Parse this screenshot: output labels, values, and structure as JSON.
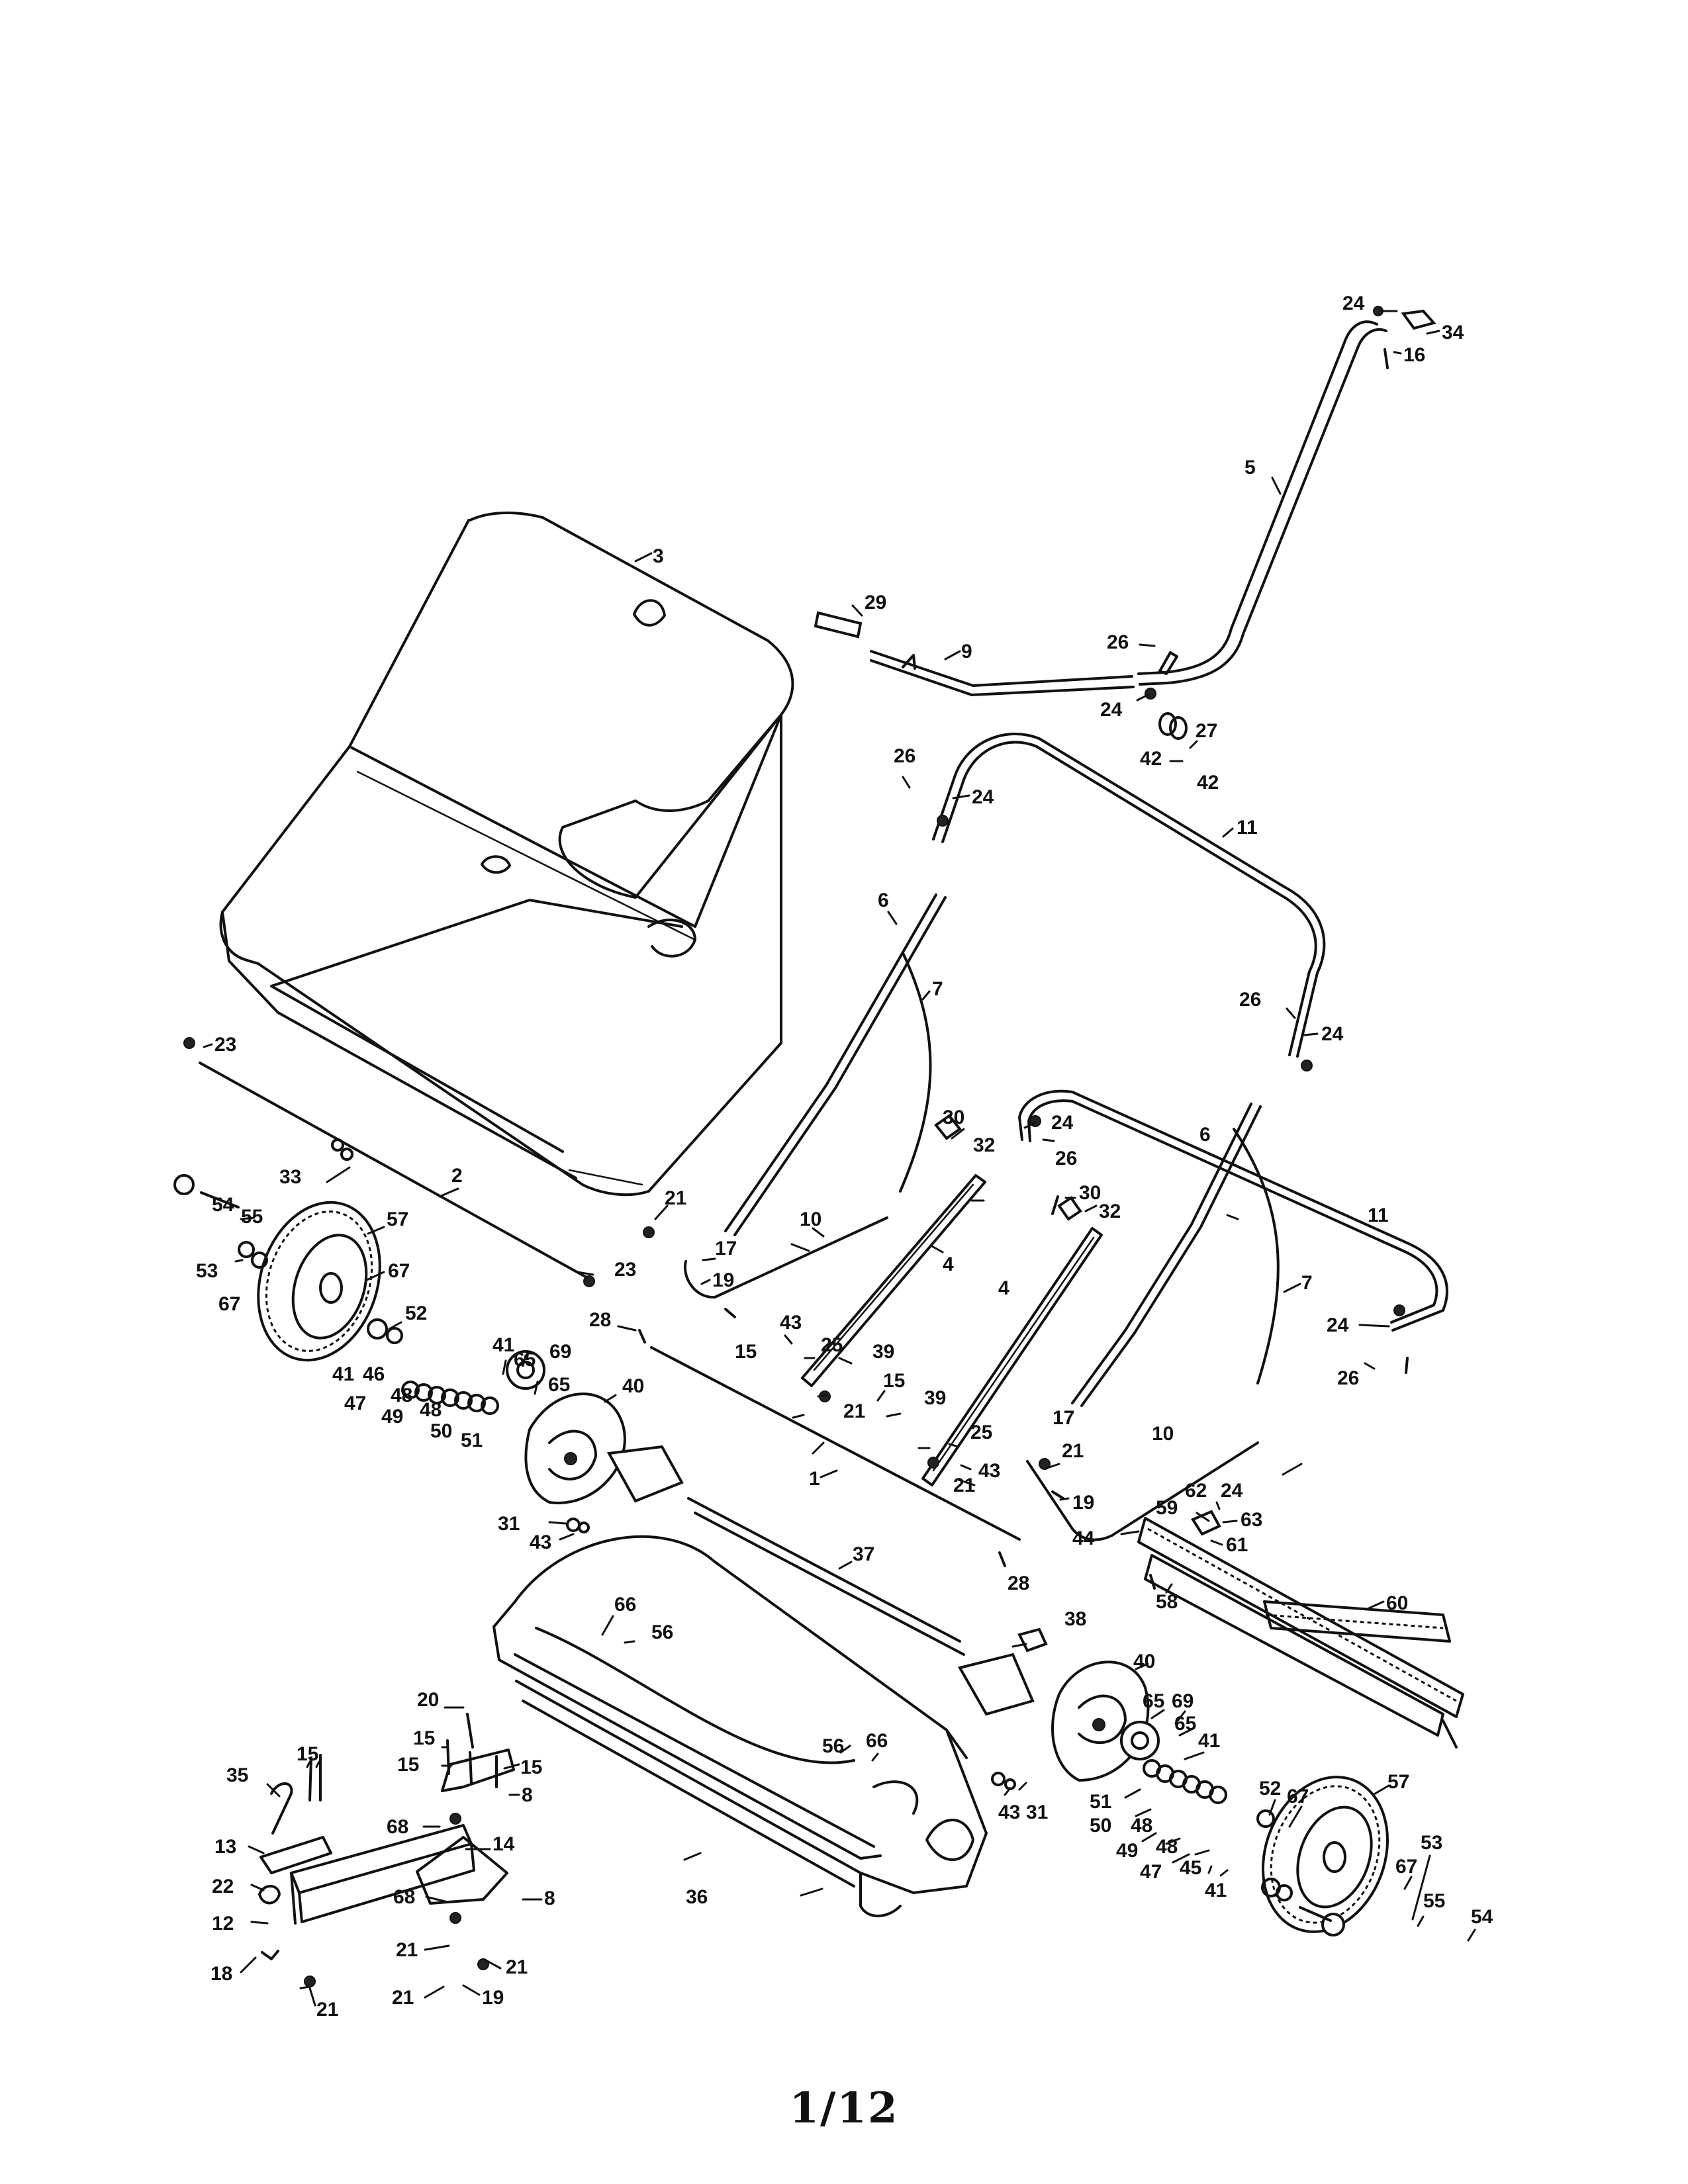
{
  "page_number": "1/12",
  "callouts": {
    "c1": "1",
    "c2": "2",
    "c3": "3",
    "c4a": "4",
    "c4b": "4",
    "c5": "5",
    "c6a": "6",
    "c6b": "6",
    "c7a": "7",
    "c7b": "7",
    "c8a": "8",
    "c8b": "8",
    "c9": "9",
    "c10a": "10",
    "c10b": "10",
    "c11a": "11",
    "c11b": "11",
    "c12": "12",
    "c13": "13",
    "c14": "14",
    "c15a": "15",
    "c15b": "15",
    "c15c": "15",
    "c15d": "15",
    "c15e": "15",
    "c15f": "15",
    "c16": "16",
    "c17a": "17",
    "c17b": "17",
    "c18": "18",
    "c19a": "19",
    "c19b": "19",
    "c19c": "19",
    "c20": "20",
    "c21a": "21",
    "c21b": "21",
    "c21c": "21",
    "c21d": "21",
    "c21e": "21",
    "c21f": "21",
    "c21g": "21",
    "c21h": "21",
    "c22": "22",
    "c23a": "23",
    "c23b": "23",
    "c24a": "24",
    "c24b": "24",
    "c24c": "24",
    "c24d": "24",
    "c24e": "24",
    "c24f": "24",
    "c24g": "24",
    "c25a": "25",
    "c25b": "25",
    "c26a": "26",
    "c26b": "26",
    "c26c": "26",
    "c26d": "26",
    "c26e": "26",
    "c27": "27",
    "c28a": "28",
    "c28b": "28",
    "c29": "29",
    "c30a": "30",
    "c30b": "30",
    "c31a": "31",
    "c31b": "31",
    "c32a": "32",
    "c32b": "32",
    "c33": "33",
    "c34": "34",
    "c35": "35",
    "c36": "36",
    "c37": "37",
    "c38": "38",
    "c39a": "39",
    "c39b": "39",
    "c40a": "40",
    "c40b": "40",
    "c41a": "41",
    "c41b": "41",
    "c41c": "41",
    "c41d": "41",
    "c42a": "42",
    "c42b": "42",
    "c43a": "43",
    "c43b": "43",
    "c43c": "43",
    "c43d": "43",
    "c44": "44",
    "c45": "45",
    "c46": "46",
    "c47a": "47",
    "c47b": "47",
    "c48a": "48",
    "c48b": "48",
    "c48c": "48",
    "c48d": "48",
    "c49a": "49",
    "c49b": "49",
    "c50a": "50",
    "c50b": "50",
    "c51a": "51",
    "c51b": "51",
    "c52a": "52",
    "c52b": "52",
    "c53a": "53",
    "c53b": "53",
    "c54a": "54",
    "c54b": "54",
    "c55a": "55",
    "c55b": "55",
    "c56a": "56",
    "c56b": "56",
    "c57a": "57",
    "c57b": "57",
    "c58": "58",
    "c59": "59",
    "c60": "60",
    "c61": "61",
    "c62": "62",
    "c63": "63",
    "c65a": "65",
    "c65b": "65",
    "c65c": "65",
    "c65d": "65",
    "c66a": "66",
    "c66b": "66",
    "c67a": "67",
    "c67b": "67",
    "c67c": "67",
    "c67d": "67",
    "c68a": "68",
    "c68b": "68",
    "c69a": "69",
    "c69b": "69"
  }
}
